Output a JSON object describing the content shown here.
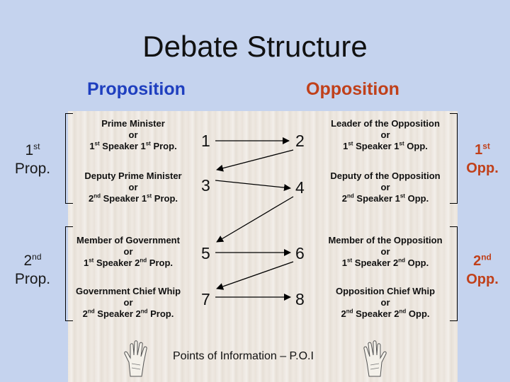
{
  "title": "Debate Structure",
  "headers": {
    "proposition": "Proposition",
    "opposition": "Opposition"
  },
  "prop_roles": [
    {
      "line1": "Prime Minister",
      "line2": "or",
      "ord": "1",
      "sup": "st",
      "mid": " Speaker 1",
      "sup2": "st",
      "end": " Prop."
    },
    {
      "line1": "Deputy Prime Minister",
      "line2": "or",
      "ord": "2",
      "sup": "nd",
      "mid": " Speaker 1",
      "sup2": "st",
      "end": " Prop."
    },
    {
      "line1": "Member of Government",
      "line2": "or",
      "ord": "1",
      "sup": "st",
      "mid": " Speaker 2",
      "sup2": "nd",
      "end": " Prop."
    },
    {
      "line1": "Government Chief Whip",
      "line2": "or",
      "ord": "2",
      "sup": "nd",
      "mid": " Speaker 2",
      "sup2": "nd",
      "end": " Prop."
    }
  ],
  "opp_roles": [
    {
      "line1": "Leader of the Opposition",
      "line2": "or",
      "ord": "1",
      "sup": "st",
      "mid": " Speaker 1",
      "sup2": "st",
      "end": " Opp."
    },
    {
      "line1": "Deputy of the Opposition",
      "line2": "or",
      "ord": "2",
      "sup": "nd",
      "mid": " Speaker 1",
      "sup2": "st",
      "end": " Opp."
    },
    {
      "line1": "Member of the Opposition",
      "line2": "or",
      "ord": "1",
      "sup": "st",
      "mid": " Speaker 2",
      "sup2": "nd",
      "end": " Opp."
    },
    {
      "line1": "Opposition Chief Whip",
      "line2": "or",
      "ord": "2",
      "sup": "nd",
      "mid": " Speaker 2",
      "sup2": "nd",
      "end": " Opp."
    }
  ],
  "prop_numbers": [
    "1",
    "3",
    "5",
    "7"
  ],
  "opp_numbers": [
    "2",
    "4",
    "6",
    "8"
  ],
  "sides": {
    "prop1": {
      "n": "1",
      "sup": "st",
      "label": "Prop."
    },
    "prop2": {
      "n": "2",
      "sup": "nd",
      "label": "Prop."
    },
    "opp1": {
      "n": "1",
      "sup": "st",
      "label": "Opp."
    },
    "opp2": {
      "n": "2",
      "sup": "nd",
      "label": "Opp."
    }
  },
  "poi": "Points of Information – P.O.I",
  "colors": {
    "background": "#c5d3ee",
    "proposition": "#1f3fbf",
    "opposition": "#c0401a"
  },
  "icons": [
    "raised-hand-icon",
    "raised-hand-icon"
  ]
}
